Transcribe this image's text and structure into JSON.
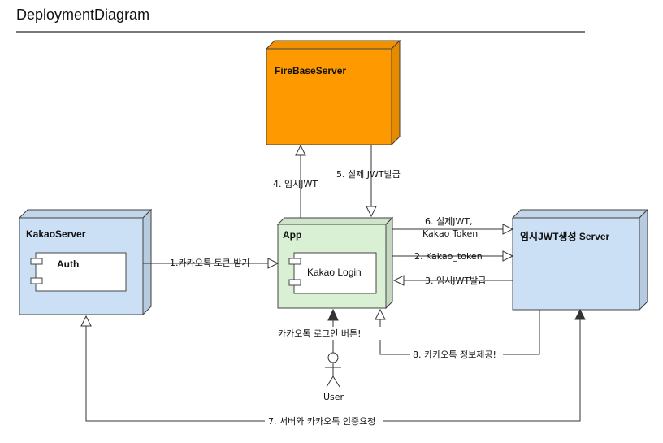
{
  "diagram": {
    "title": "DeploymentDiagram",
    "nodes": {
      "firebase": {
        "name": "FireBaseServer",
        "fill": "#FF9900"
      },
      "kakao": {
        "name": "KakaoServer",
        "fill": "#CCE0F5",
        "component": "Auth"
      },
      "app": {
        "name": "App",
        "fill": "#DAF0D4",
        "component": "Kakao Login"
      },
      "jwt_server": {
        "name": "임시JWT생성 Server",
        "fill": "#CCE0F5"
      }
    },
    "actor": {
      "name": "User"
    },
    "edges": {
      "e1": "1.카카오톡 토큰 받기",
      "e2": "2. Kakao_token",
      "e3": "3. 임시JWT발급",
      "e4": "4. 임시JWT",
      "e5": "5. 실제 JWT발급",
      "e6_line1": "6. 실제JWT,",
      "e6_line2": "Kakao Token",
      "e7": "7. 서버와 카카오톡 인증요청",
      "e8": "8. 카카오톡 정보제공!",
      "user_button": "카카오톡 로그인 버튼!"
    }
  }
}
